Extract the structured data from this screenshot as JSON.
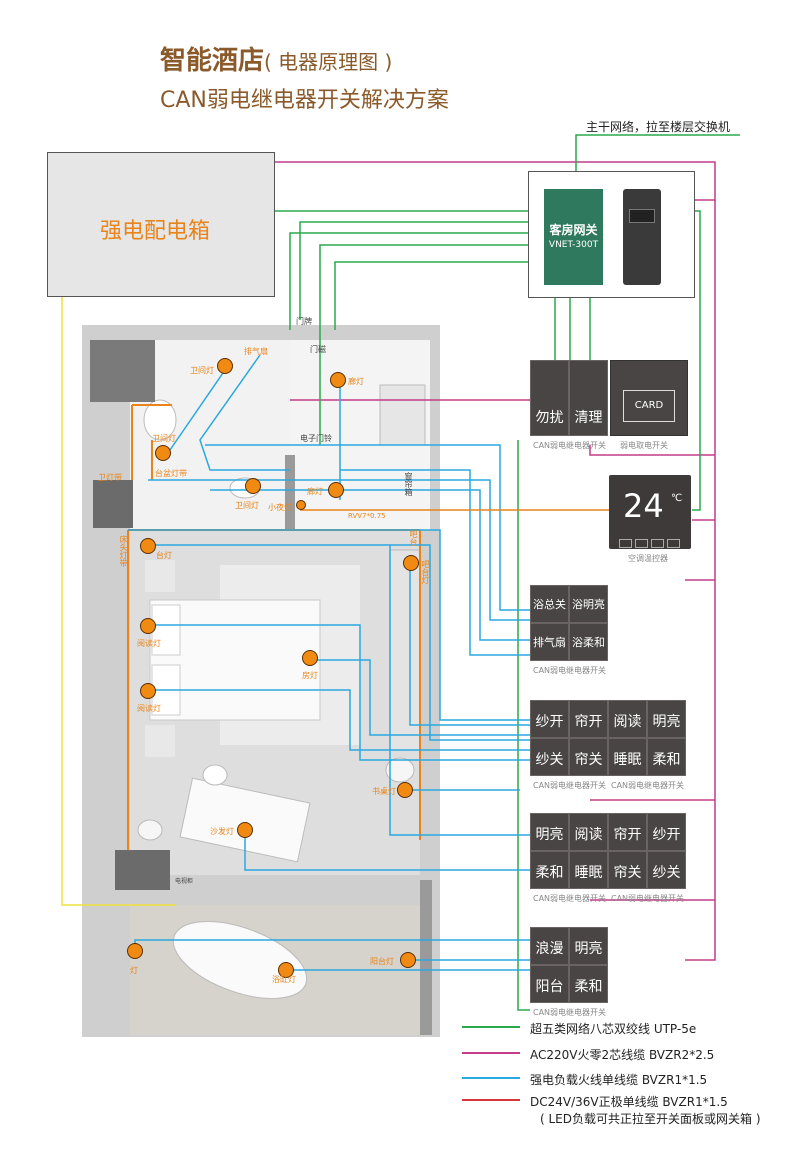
{
  "header": {
    "title_main": "智能酒店",
    "title_sub": "( 电器原理图 )",
    "subtitle": "CAN弱电继电器开关解决方案",
    "network_label": "主干网络，拉至楼层交换机"
  },
  "power_box": {
    "label": "强电配电箱"
  },
  "gateway": {
    "name": "客房网关",
    "model": "VNET-300T"
  },
  "panels": {
    "p1": {
      "cells": [
        "勿扰",
        "清理",
        "CARD"
      ],
      "caption_left": "CAN弱电继电器开关",
      "caption_right": "弱电取电开关"
    },
    "thermostat": {
      "temp": "24",
      "unit": "℃",
      "caption": "空调温控器"
    },
    "p2": {
      "cells": [
        "浴总关",
        "浴明亮",
        "排气扇",
        "浴柔和"
      ],
      "caption": "CAN弱电继电器开关"
    },
    "p3": {
      "cells": [
        "纱开",
        "帘开",
        "阅读",
        "明亮",
        "纱关",
        "帘关",
        "睡眠",
        "柔和"
      ],
      "caption_left": "CAN弱电继电器开关",
      "caption_right": "CAN弱电继电器开关"
    },
    "p4": {
      "cells": [
        "明亮",
        "阅读",
        "帘开",
        "纱开",
        "柔和",
        "睡眠",
        "帘关",
        "纱关"
      ],
      "caption_left": "CAN弱电继电器开关",
      "caption_right": "CAN弱电继电器开关"
    },
    "p5": {
      "cells": [
        "浪漫",
        "明亮",
        "阳台",
        "柔和"
      ],
      "caption": "CAN弱电继电器开关"
    }
  },
  "legend": [
    {
      "color": "#2aa84a",
      "text": "超五类网络八芯双绞线  UTP-5e"
    },
    {
      "color": "#c43b8a",
      "text": "AC220V火零2芯线缆  BVZR2*2.5"
    },
    {
      "color": "#2aa8e0",
      "text": "强电负载火线单线缆  BVZR1*1.5"
    },
    {
      "color": "#d9343a",
      "text": "DC24V/36V正极单线缆  BVZR1*1.5"
    }
  ],
  "legend_note": "( LED负载可共正拉至开关面板或网关箱 )",
  "floorplan_labels": {
    "door_sign": "门牌",
    "door_sensor": "门磁",
    "exhaust_fan": "排气扇",
    "toilet_light": "卫间灯",
    "toilet_light2": "卫间灯",
    "toilet_light3": "卫间灯",
    "wash_strip": "台盆灯带",
    "toilet_strip": "卫灯带",
    "doorbell": "电子门铃",
    "corridor": "廊灯",
    "corridor2": "廊灯",
    "small_night": "小夜灯",
    "rvv": "RVV7*0.75",
    "curtain_box": "窗帘箱",
    "bed_strip": "床头灯带",
    "bed_light": "台灯",
    "read1": "阅读灯",
    "read2": "阅读灯",
    "room_light": "房灯",
    "bar_light": "吧台灯",
    "bar_light2": "吧台",
    "desk_light": "书桌灯",
    "sofa_light": "沙发灯",
    "bath_light": "浴缸灯",
    "balcony": "阳台灯",
    "light": "灯",
    "tvbox": "电视柜"
  },
  "colors": {
    "green": "#2aa84a",
    "magenta": "#c43b8a",
    "blue": "#2aa8e0",
    "red": "#d9343a",
    "orange": "#e8841a",
    "yellow": "#f0e03a",
    "title": "#8b5a2b",
    "panel": "#4a4545",
    "gateway": "#2f7a5f"
  }
}
